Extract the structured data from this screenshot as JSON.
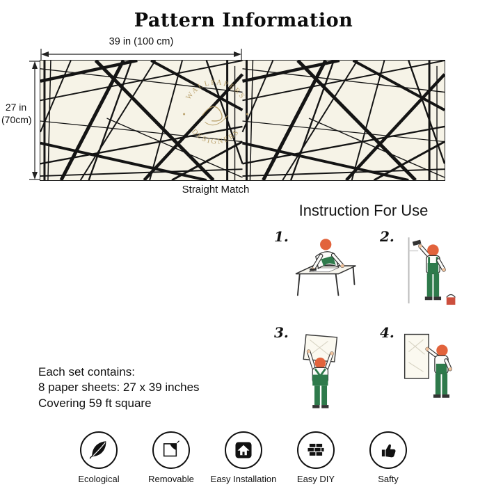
{
  "title": "Pattern Information",
  "pattern": {
    "width_label": "39 in (100 cm)",
    "height_label_line1": "27 in",
    "height_label_line2": "(70cm)",
    "match_label": "Straight Match",
    "watermark_top": "WALLPAPERS",
    "watermark_bottom": "DESIGNERS",
    "background_color": "#f6f3e7",
    "line_color": "#141414",
    "watermark_color": "#b59b63"
  },
  "instructions": {
    "title": "Instruction For Use",
    "steps": [
      {
        "number": "1.",
        "name": "paste-on-table"
      },
      {
        "number": "2.",
        "name": "mark-the-wall"
      },
      {
        "number": "3.",
        "name": "hold-sheet-overhead"
      },
      {
        "number": "4.",
        "name": "smooth-on-wall"
      }
    ]
  },
  "set_contents": {
    "line1": "Each set contains:",
    "line2": "8 paper sheets: 27 x 39 inches",
    "line3": "Covering 59 ft square"
  },
  "features": [
    {
      "label": "Ecological",
      "icon": "leaf-icon"
    },
    {
      "label": "Removable",
      "icon": "peel-icon"
    },
    {
      "label": "Easy Installation",
      "icon": "house-icon"
    },
    {
      "label": "Easy DIY",
      "icon": "bricks-icon"
    },
    {
      "label": "Safty",
      "icon": "thumbs-up-icon"
    }
  ],
  "figure_colors": {
    "hair": "#e2633c",
    "overalls": "#2e7a4b",
    "bucket": "#cc4f3d"
  }
}
